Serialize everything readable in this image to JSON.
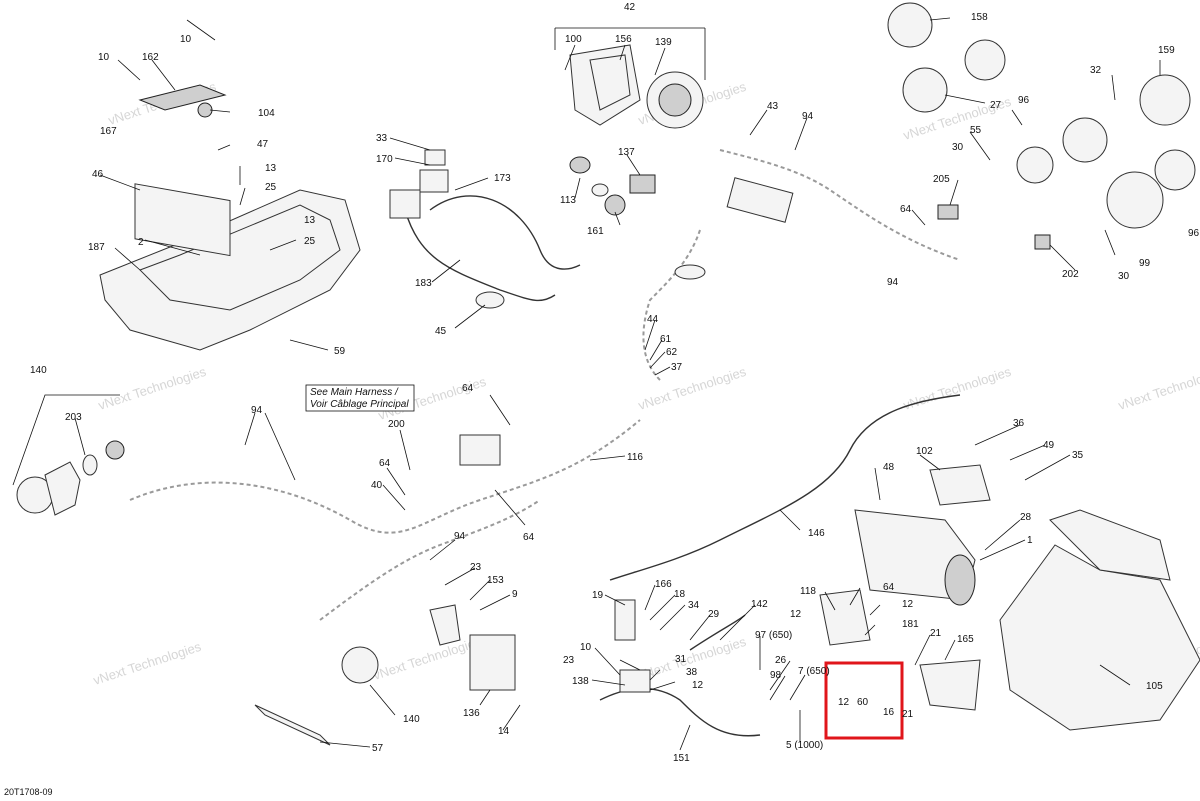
{
  "document": {
    "reference": "20T1708-09"
  },
  "watermark": {
    "line1": "vNext Technologies",
    "line2": "vNext Technologies"
  },
  "note": {
    "line1": "See Main Harness /",
    "line2": "Voir Câblage Principal"
  },
  "highlight_color": "#e0151b",
  "callouts": {
    "c42": "42",
    "c100": "100",
    "c156": "156",
    "c139": "139",
    "c158": "158",
    "c159": "159",
    "c32": "32",
    "c96a": "96",
    "c27": "27",
    "c55": "55",
    "c30a": "30",
    "c205": "205",
    "c64a": "64",
    "c202": "202",
    "c30b": "30",
    "c99": "99",
    "c96b": "96",
    "c94a": "94",
    "c10a": "10",
    "c10b": "10",
    "c162": "162",
    "c104": "104",
    "c167": "167",
    "c47": "47",
    "c13a": "13",
    "c46": "46",
    "c25a": "25",
    "c13b": "13",
    "c2": "2",
    "c25b": "25",
    "c187": "187",
    "c59": "59",
    "c33": "33",
    "c170": "170",
    "c173": "173",
    "c183": "183",
    "c45": "45",
    "c43": "43",
    "c94b": "94",
    "c137": "137",
    "c113": "113",
    "c161": "161",
    "c44": "44",
    "c61": "61",
    "c62": "62",
    "c37": "37",
    "c140a": "140",
    "c203": "203",
    "c94c": "94",
    "c200": "200",
    "c64b": "64",
    "c40": "40",
    "c64c": "64",
    "c116": "116",
    "c64d": "64",
    "c94d": "94",
    "c23a": "23",
    "c153": "153",
    "c9": "9",
    "c140b": "140",
    "c136": "136",
    "c14": "14",
    "c57": "57",
    "c146": "146",
    "c36": "36",
    "c49": "49",
    "c35": "35",
    "c102": "102",
    "c48": "48",
    "c28": "28",
    "c1": "1",
    "c19": "19",
    "c166": "166",
    "c18": "18",
    "c34": "34",
    "c29": "29",
    "c142": "142",
    "c10c": "10",
    "c23b": "23",
    "c31": "31",
    "c38": "38",
    "c12a": "12",
    "c138": "138",
    "c97": "97 (650)",
    "c26": "26",
    "c98": "98",
    "c7": "7 (650)",
    "c5": "5 (1000)",
    "c151": "151",
    "c118": "118",
    "c64e": "64",
    "c12b": "12",
    "c12c": "12",
    "c181": "181",
    "c21a": "21",
    "c165": "165",
    "c12d": "12",
    "c60": "60",
    "c16": "16",
    "c21b": "21",
    "c105": "105"
  }
}
